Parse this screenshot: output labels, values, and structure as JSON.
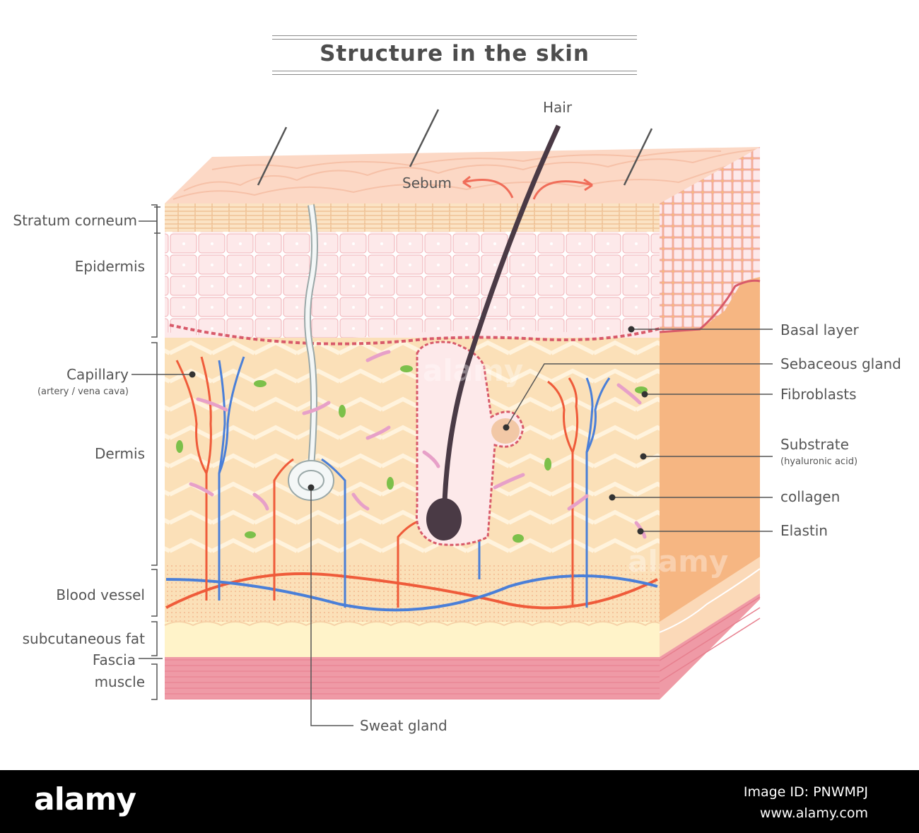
{
  "title": "Structure in the skin",
  "labels": {
    "hair": "Hair",
    "sebum": "Sebum",
    "stratum_corneum": "Stratum corneum",
    "epidermis": "Epidermis",
    "capillary": "Capillary",
    "capillary_sub": "(artery / vena cava)",
    "dermis": "Dermis",
    "blood_vessel": "Blood vessel",
    "subcutaneous_fat": "subcutaneous fat",
    "fascia": "Fascia",
    "muscle": "muscle",
    "basal_layer": "Basal layer",
    "sebaceous_gland": "Sebaceous gland",
    "fibroblasts": "Fibroblasts",
    "substrate": "Substrate",
    "substrate_sub": "(hyaluronic acid)",
    "collagen": "collagen",
    "elastin": "Elastin",
    "sweat_gland": "Sweat gland"
  },
  "footer": {
    "brand": "alamy",
    "image_id": "Image ID: PNWMPJ",
    "url": "www.alamy.com"
  },
  "watermark": "alamy",
  "colors": {
    "surface": "#fbd9c4",
    "stratum": "#f2b98c",
    "epidermis": "#f8cdd0",
    "basal": "#d85a6a",
    "dermis": "#fbe0b8",
    "fat": "#fff3c9",
    "muscle": "#ef9aa6",
    "side": "#f6b682",
    "artery": "#ef5b3a",
    "vein": "#4a7fd8",
    "hair": "#4a3a45",
    "fibroblast": "#7cc04a",
    "elastin": "#e7a0c8"
  }
}
